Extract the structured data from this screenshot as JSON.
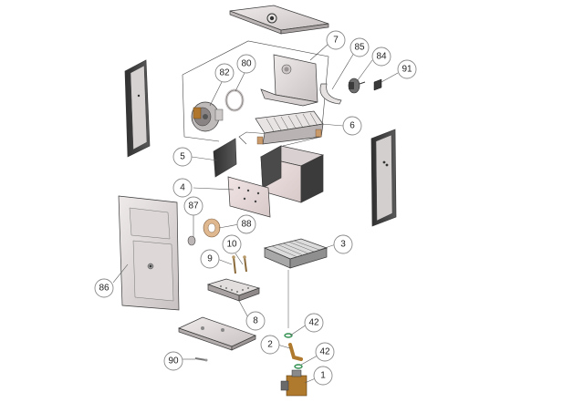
{
  "callouts": [
    {
      "id": "1",
      "label": "1"
    },
    {
      "id": "2",
      "label": "2"
    },
    {
      "id": "3",
      "label": "3"
    },
    {
      "id": "4",
      "label": "4"
    },
    {
      "id": "5",
      "label": "5"
    },
    {
      "id": "6",
      "label": "6"
    },
    {
      "id": "7",
      "label": "7"
    },
    {
      "id": "8",
      "label": "8"
    },
    {
      "id": "9",
      "label": "9"
    },
    {
      "id": "10",
      "label": "10"
    },
    {
      "id": "42a",
      "label": "42"
    },
    {
      "id": "42b",
      "label": "42"
    },
    {
      "id": "80",
      "label": "80"
    },
    {
      "id": "82",
      "label": "82"
    },
    {
      "id": "84",
      "label": "84"
    },
    {
      "id": "85",
      "label": "85"
    },
    {
      "id": "86",
      "label": "86"
    },
    {
      "id": "87",
      "label": "87"
    },
    {
      "id": "88",
      "label": "88"
    },
    {
      "id": "90",
      "label": "90"
    },
    {
      "id": "91",
      "label": "91"
    }
  ],
  "colors": {
    "panel_light": "#e2dede",
    "panel_mid": "#c9c3c3",
    "panel_dark": "#3e3e3e",
    "copper": "#c99a6a",
    "brass": "#b07a2e",
    "green_ring": "#2f8f4f"
  }
}
